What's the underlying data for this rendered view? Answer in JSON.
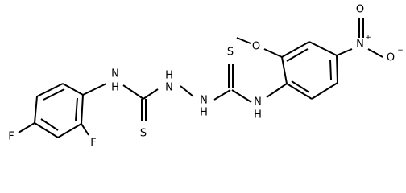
{
  "atoms": {
    "F_bottom": "F",
    "F_ortho": "F",
    "NH_left": "N\nH",
    "S_left": "S",
    "HN_mid_left": "H\nN",
    "N_mid_right": "N\nH",
    "S_right": "S",
    "NH_right": "N\nH",
    "O_methoxy": "O",
    "N_nitro": "N",
    "O_nitro_top": "O",
    "O_nitro_right": "O",
    "plus": "+",
    "minus": "−"
  },
  "colors": {
    "bond": "#000000",
    "label": "#000000",
    "background": "#ffffff"
  }
}
